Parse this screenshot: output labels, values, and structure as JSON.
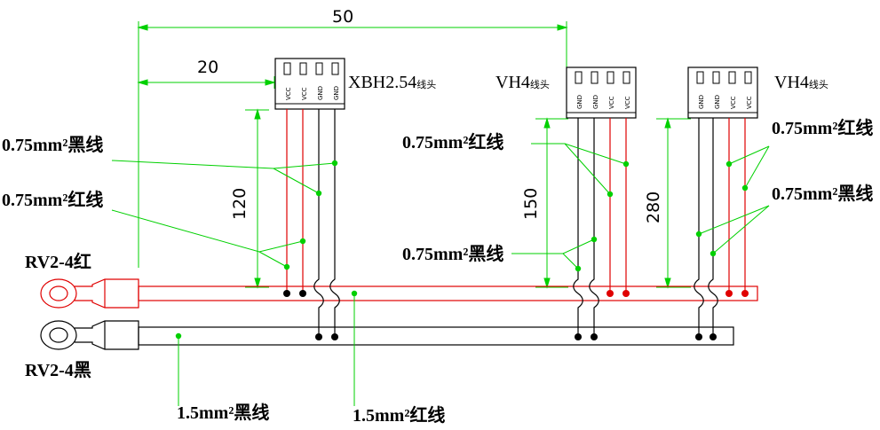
{
  "dimensions": {
    "total": "50",
    "offset": "20",
    "len_xbh": "120",
    "len_vh4_a": "150",
    "len_vh4_b": "280"
  },
  "connectors": {
    "xbh": {
      "title": "XBH2.54",
      "suffix": "线头",
      "pins": [
        "VCC",
        "VCC",
        "GND",
        "GND"
      ]
    },
    "vh4_a": {
      "title": "VH4",
      "suffix": "线头",
      "pins": [
        "GND",
        "GND",
        "VCC",
        "VCC"
      ]
    },
    "vh4_b": {
      "title": "VH4",
      "suffix": "线头",
      "pins": [
        "GND",
        "GND",
        "VCC",
        "VCC"
      ]
    }
  },
  "labels": {
    "black_wire_left": "0.75mm²黑线",
    "red_wire_left": "0.75mm²红线",
    "red_wire_mid": "0.75mm²红线",
    "black_wire_mid": "0.75mm²黑线",
    "red_wire_right": "0.75mm²红线",
    "black_wire_right": "0.75mm²黑线",
    "terminal_red": "RV2-4红",
    "terminal_black": "RV2-4黑",
    "main_black": "1.5mm²黑线",
    "main_red": "1.5mm²红线"
  },
  "colors": {
    "red": "#e00000",
    "black": "#000000",
    "leader": "#00d000",
    "dimension": "#00d000"
  }
}
